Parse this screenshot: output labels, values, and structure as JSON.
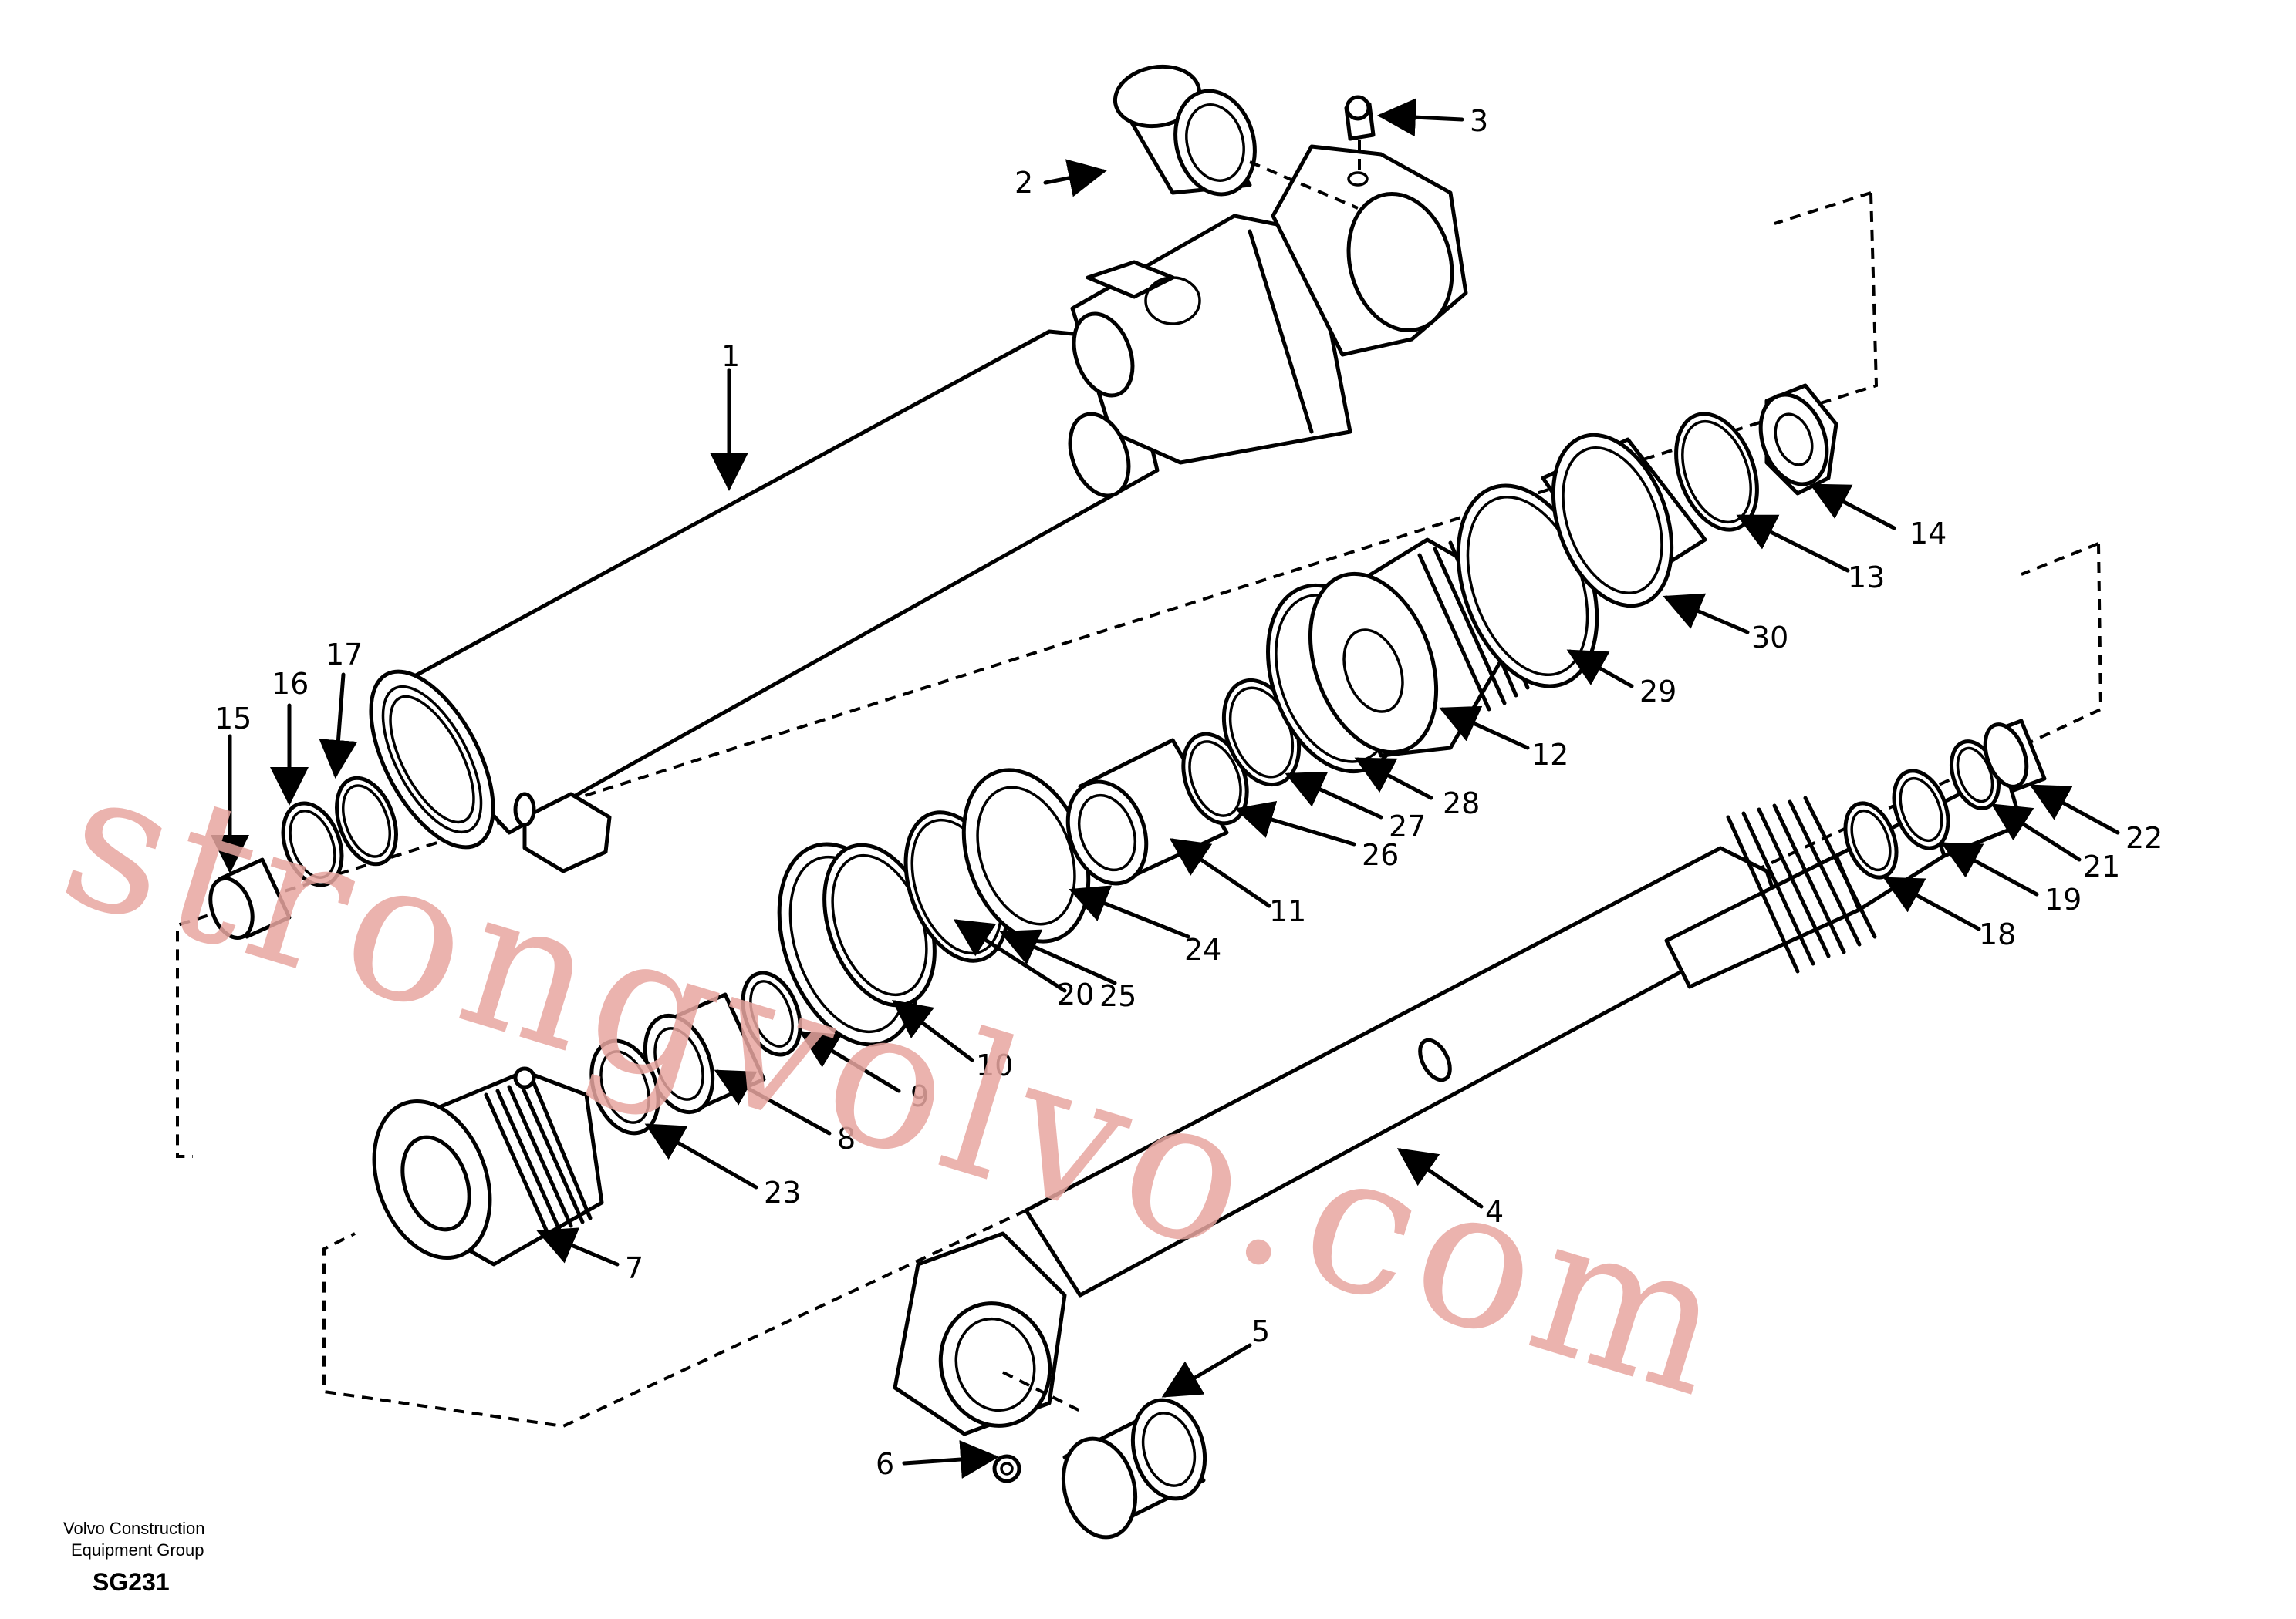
{
  "watermark": "strongvolvo.com",
  "footer": {
    "line1": "Volvo Construction",
    "line2": "Equipment Group",
    "code": "SG231"
  },
  "callouts": [
    "1",
    "2",
    "3",
    "4",
    "5",
    "6",
    "7",
    "8",
    "9",
    "10",
    "11",
    "12",
    "13",
    "14",
    "15",
    "16",
    "17",
    "18",
    "19",
    "20",
    "21",
    "22",
    "23",
    "24",
    "25",
    "26",
    "27",
    "28",
    "29",
    "30"
  ],
  "colors": {
    "line": "#000000",
    "watermark": "#e8a6a0",
    "background": "#ffffff"
  }
}
